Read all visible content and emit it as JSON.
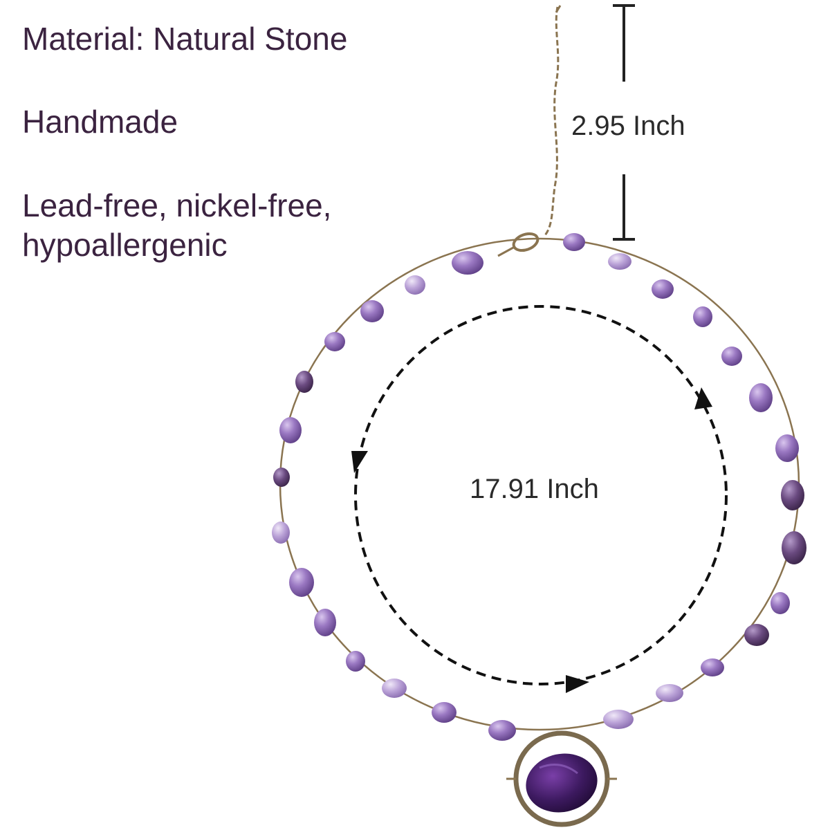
{
  "specs": {
    "material": "Material: Natural Stone",
    "handmade": "Handmade",
    "lead_free": "Lead-free, nickel-free,\nhypoallergenic"
  },
  "measurements": {
    "extension_chain": "2.95 Inch",
    "necklace_length": "17.91 Inch"
  },
  "colors": {
    "text": "#3b2340",
    "bead_purple": "#8f6fb5",
    "bead_dark": "#5a3a6e",
    "wire": "#8a7450",
    "pendant_stone": "#3d1b5c"
  }
}
